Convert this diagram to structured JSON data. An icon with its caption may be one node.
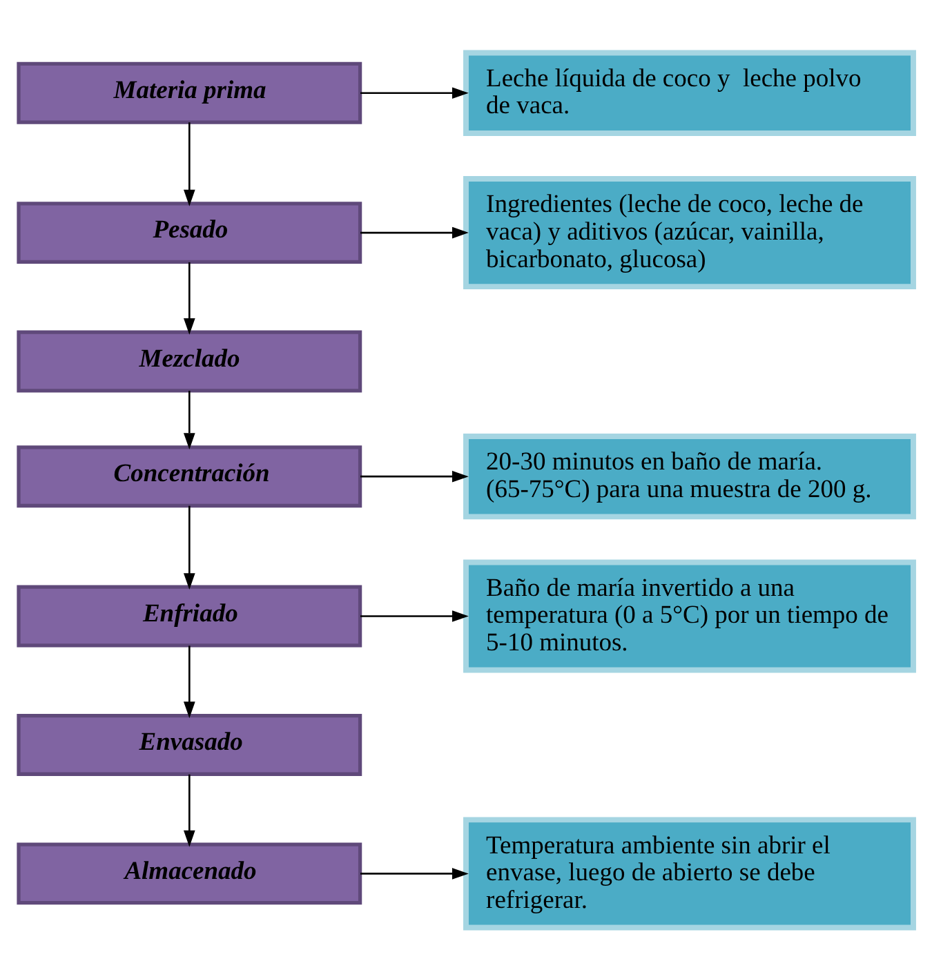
{
  "diagram": {
    "nodes": [
      {
        "text": [
          "Materia prima"
        ]
      },
      {
        "text": [
          "Leche líquida de coco y  leche polvo de vaca."
        ]
      },
      {
        "text": [
          "Pesado"
        ]
      },
      {
        "text": [
          "Ingredientes (leche de coco, leche de vaca) y aditivos (azúcar, vainilla, bicarbonato, glucosa)"
        ]
      },
      {
        "text": [
          "Mezclado"
        ]
      },
      {
        "text": [
          "Concentración"
        ]
      },
      {
        "text": [
          "20-30 minutos en baño de maría. (65-75°C) para una muestra de 200 g."
        ]
      },
      {
        "text": [
          "Enfriado"
        ]
      },
      {
        "text": [
          "Baño de maría invertido a una temperatura (0 a 5°C) por un tiempo de 5-10 minutos."
        ]
      },
      {
        "text": [
          "Envasado"
        ]
      },
      {
        "text": [
          "Almacenado"
        ]
      },
      {
        "text": [
          "Temperatura ambiente sin abrir el envase, luego de abierto se debe refrigerar."
        ]
      }
    ],
    "edges": [
      {
        "from": 0,
        "to": 1,
        "arrow": "to"
      },
      {
        "from": 0,
        "to": 2,
        "arrow": "to"
      },
      {
        "from": 2,
        "to": 3,
        "arrow": "to"
      },
      {
        "from": 2,
        "to": 4,
        "arrow": "to"
      },
      {
        "from": 4,
        "to": 5,
        "arrow": "to"
      },
      {
        "from": 5,
        "to": 6,
        "arrow": "to"
      },
      {
        "from": 5,
        "to": 7,
        "arrow": "to"
      },
      {
        "from": 7,
        "to": 8,
        "arrow": "to"
      },
      {
        "from": 7,
        "to": 9,
        "arrow": "to"
      },
      {
        "from": 9,
        "to": 10,
        "arrow": "to"
      },
      {
        "from": 10,
        "to": 11,
        "arrow": "to"
      }
    ]
  }
}
